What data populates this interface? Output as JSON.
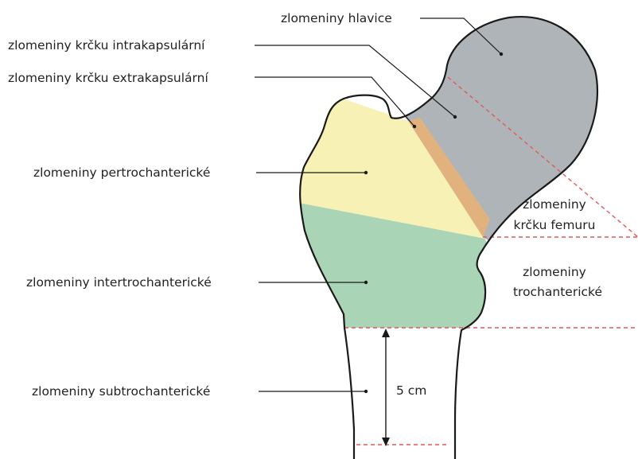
{
  "labels": {
    "head": "zlomeniny hlavice",
    "neck_intra": "zlomeniny krčku intrakapsulární",
    "neck_extra": "zlomeniny krčku extrakapsulární",
    "pertrochanteric": "zlomeniny pertrochanterické",
    "intertrochanteric": "zlomeniny intertrochanterické",
    "subtrochanteric": "zlomeniny subtrochanterické",
    "femoral_neck_line1": "zlomeniny",
    "femoral_neck_line2": "krčku femuru",
    "trochanteric_line1": "zlomeniny",
    "trochanteric_line2": "trochanterické",
    "measure": "5 cm"
  },
  "colors": {
    "head_neck_region": "#aeb4b8",
    "extracapsular_band": "#e2b27e",
    "pertrochanteric_region": "#f8f1b6",
    "intertrochanteric_region": "#a9d4b5",
    "outline": "#1a1a1a",
    "dashed_lines": "#e05a5a"
  }
}
